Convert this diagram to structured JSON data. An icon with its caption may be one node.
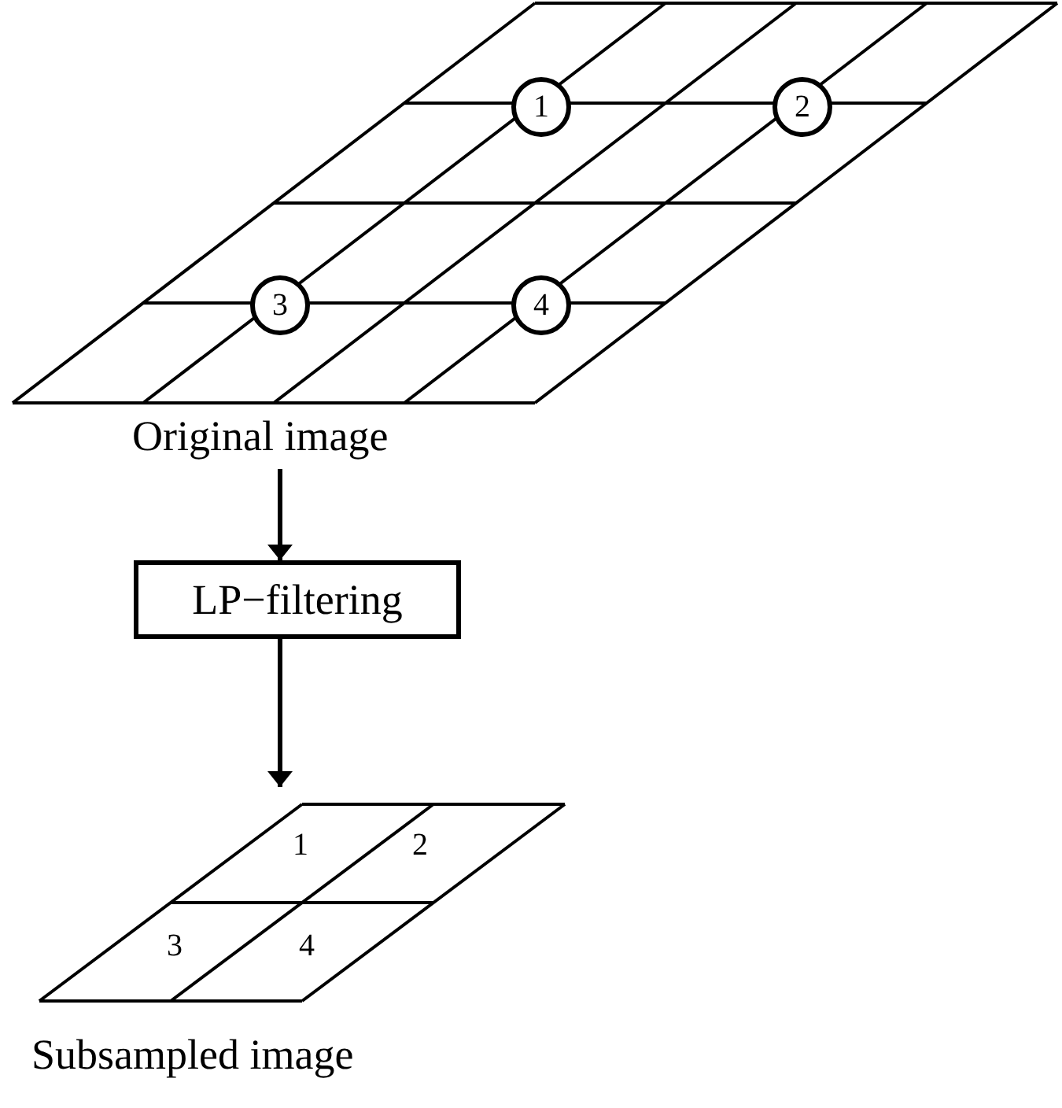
{
  "diagram": {
    "nodes": [
      {
        "text": [
          "Original image"
        ]
      },
      {
        "text": [
          "1"
        ],
        "in": 0
      },
      {
        "text": [
          "2"
        ],
        "in": 0
      },
      {
        "text": [
          "3"
        ],
        "in": 0
      },
      {
        "text": [
          "4"
        ],
        "in": 0
      },
      {
        "text": [
          "LP−filtering"
        ]
      },
      {
        "text": [
          "Subsampled image"
        ]
      }
    ],
    "edges": [
      {
        "from": 0,
        "to": 5,
        "arrow": "to"
      },
      {
        "from": 5,
        "to": 6,
        "arrow": "to"
      }
    ],
    "labels": [
      "1",
      "2",
      "3",
      "4"
    ]
  }
}
